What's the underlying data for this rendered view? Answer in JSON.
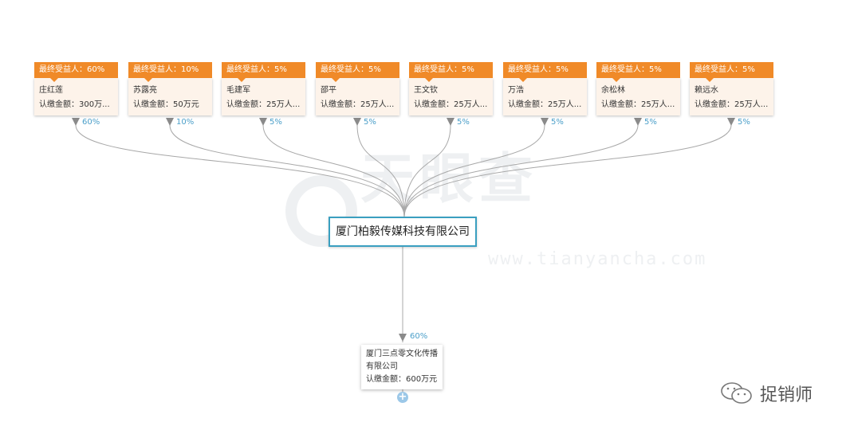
{
  "watermark": {
    "logo": "天眼查",
    "url": "www.tianyancha.com"
  },
  "shareholders": [
    {
      "tag": "最终受益人：60%",
      "name": "庄红莲",
      "amount": "认缴金额：300万...",
      "percent": "60%"
    },
    {
      "tag": "最终受益人：10%",
      "name": "苏露亮",
      "amount": "认缴金额：50万元",
      "percent": "10%"
    },
    {
      "tag": "最终受益人：5%",
      "name": "毛建军",
      "amount": "认缴金额：25万人...",
      "percent": "5%"
    },
    {
      "tag": "最终受益人：5%",
      "name": "邵平",
      "amount": "认缴金额：25万人...",
      "percent": "5%"
    },
    {
      "tag": "最终受益人：5%",
      "name": "王文钦",
      "amount": "认缴金额：25万人...",
      "percent": "5%"
    },
    {
      "tag": "最终受益人：5%",
      "name": "万浩",
      "amount": "认缴金额：25万人...",
      "percent": "5%"
    },
    {
      "tag": "最终受益人：5%",
      "name": "余松林",
      "amount": "认缴金额：25万人...",
      "percent": "5%"
    },
    {
      "tag": "最终受益人：5%",
      "name": "赖远水",
      "amount": "认缴金额：25万人...",
      "percent": "5%"
    }
  ],
  "company": {
    "name": "厦门柏毅传媒科技有限公司"
  },
  "subsidiary": {
    "percent": "60%",
    "name_line1": "厦门三点零文化传播",
    "name_line2": "有限公司",
    "amount": "认缴金额：600万元",
    "expand": "+"
  },
  "brand": {
    "name": "捉销师",
    "icon": "wechat-icon"
  }
}
